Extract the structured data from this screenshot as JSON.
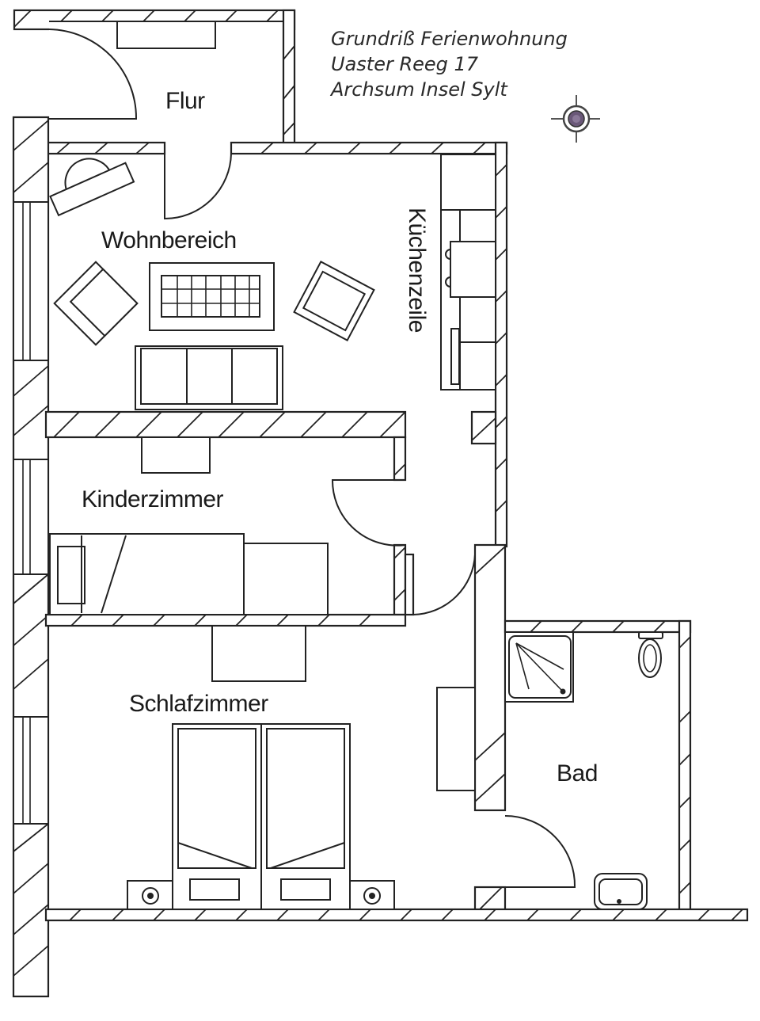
{
  "title": {
    "line1": "Grundriß Ferienwohnung",
    "line2": "Uaster Reeg 17",
    "line3": "Archsum Insel Sylt"
  },
  "compass": {
    "icon": "compass-rose-icon",
    "color": "#5a4a6a"
  },
  "rooms": [
    {
      "id": "flur",
      "label": "Flur"
    },
    {
      "id": "wohnbereich",
      "label": "Wohnbereich"
    },
    {
      "id": "kuechenzeile",
      "label": "Küchenzeile"
    },
    {
      "id": "kinderzimmer",
      "label": "Kinderzimmer"
    },
    {
      "id": "schlafzimmer",
      "label": "Schlafzimmer"
    },
    {
      "id": "bad",
      "label": "Bad"
    }
  ],
  "colors": {
    "line": "#222222",
    "background": "#ffffff"
  }
}
